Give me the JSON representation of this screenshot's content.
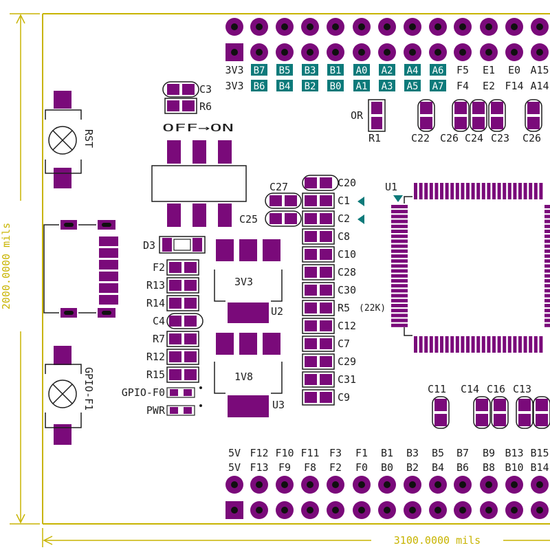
{
  "colors": {
    "pad": "#7a0a7a",
    "drill": "#101010",
    "silk": "#1e1e1e",
    "outline": "#c8b400",
    "highlight": "#0d7a7a",
    "background": "#ffffff"
  },
  "dimensions": {
    "height_label": "2000.0000 mils",
    "width_label": "3100.0000 mils"
  },
  "header_top": {
    "row1": [
      "3V3",
      "B7",
      "B5",
      "B3",
      "B1",
      "A0",
      "A2",
      "A4",
      "A6",
      "F5",
      "E1",
      "E0",
      "A15"
    ],
    "row2": [
      "3V3",
      "B6",
      "B4",
      "B2",
      "B0",
      "A1",
      "A3",
      "A5",
      "A7",
      "F4",
      "E2",
      "F14",
      "A14"
    ],
    "highlighted": [
      "B7",
      "B5",
      "B3",
      "B1",
      "A0",
      "A2",
      "A4",
      "A6",
      "B6",
      "B4",
      "B2",
      "B0",
      "A1",
      "A3",
      "A5",
      "A7"
    ]
  },
  "header_bottom": {
    "row1": [
      "5V",
      "F12",
      "F10",
      "F11",
      "F3",
      "F1",
      "B1",
      "B3",
      "B5",
      "B7",
      "B9",
      "B13",
      "B15"
    ],
    "row2": [
      "5V",
      "F13",
      "F9",
      "F8",
      "F2",
      "F0",
      "B0",
      "B2",
      "B4",
      "B6",
      "B8",
      "B10",
      "B14"
    ]
  },
  "labels": {
    "c3": "C3",
    "r6": "R6",
    "rst": "RST",
    "gpio": "GPIO-F1",
    "switch": "OFF→ON",
    "d3": "D3",
    "f2": "F2",
    "r13": "R13",
    "r14": "R14",
    "c4": "C4",
    "r7": "R7",
    "r12": "R12",
    "r15": "R15",
    "gpio_f0": "GPIO-F0",
    "pwr": "PWR",
    "v33": "3V3",
    "u2": "U2",
    "v18": "1V8",
    "u3": "U3",
    "c27": "C27",
    "c25": "C25",
    "c20": "C20",
    "c1": "C1",
    "c2": "C2",
    "c8": "C8",
    "c10": "C10",
    "c28": "C28",
    "c30": "C30",
    "r5": "R5",
    "r5_value": "(22K)",
    "c12": "C12",
    "c7": "C7",
    "c29": "C29",
    "c31": "C31",
    "c9": "C9",
    "u1": "U1",
    "or_label": "OR",
    "r1": "R1",
    "c22": "C22",
    "c26a": "C26",
    "c24": "C24",
    "c23": "C23",
    "c26b": "C26",
    "c11": "C11",
    "c14": "C14",
    "c16": "C16",
    "c13": "C13"
  }
}
